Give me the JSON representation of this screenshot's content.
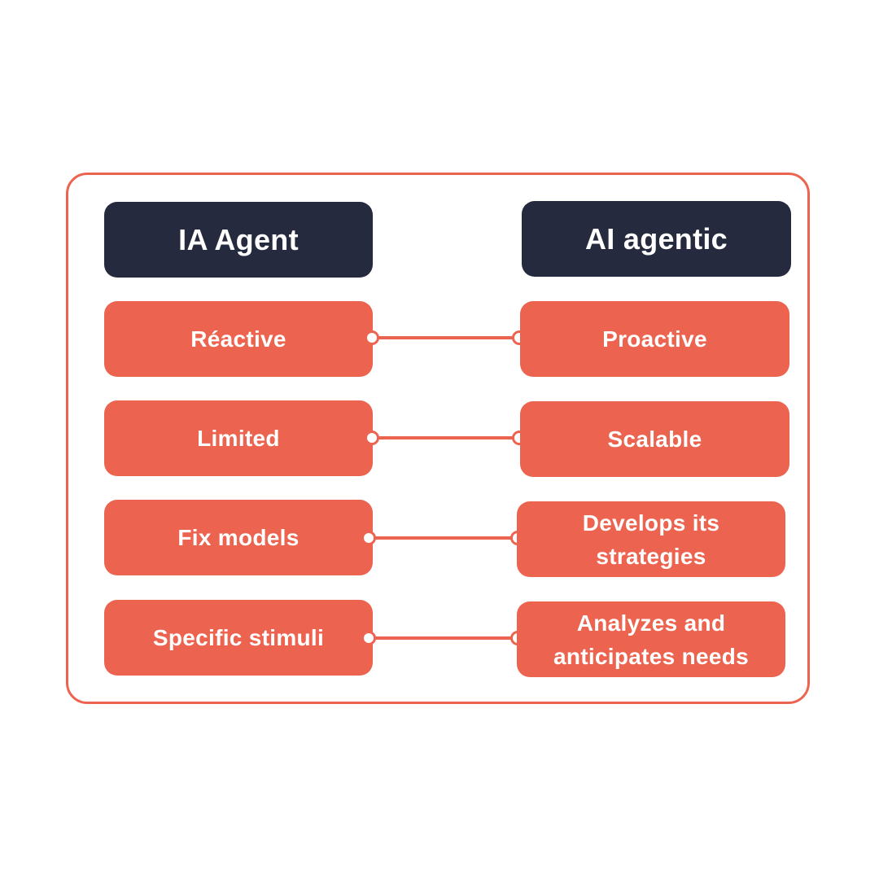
{
  "colors": {
    "accent": "#ec6450",
    "header_bg": "#252a3e",
    "text_on_color": "#ffffff",
    "background": "#ffffff"
  },
  "headers": {
    "left": "IA Agent",
    "right": "AI agentic"
  },
  "rows": [
    {
      "left": "Réactive",
      "right": "Proactive"
    },
    {
      "left": "Limited",
      "right": "Scalable"
    },
    {
      "left": "Fix models",
      "right": "Develops its strategies"
    },
    {
      "left": "Specific stimuli",
      "right": "Analyzes and anticipates needs"
    }
  ]
}
